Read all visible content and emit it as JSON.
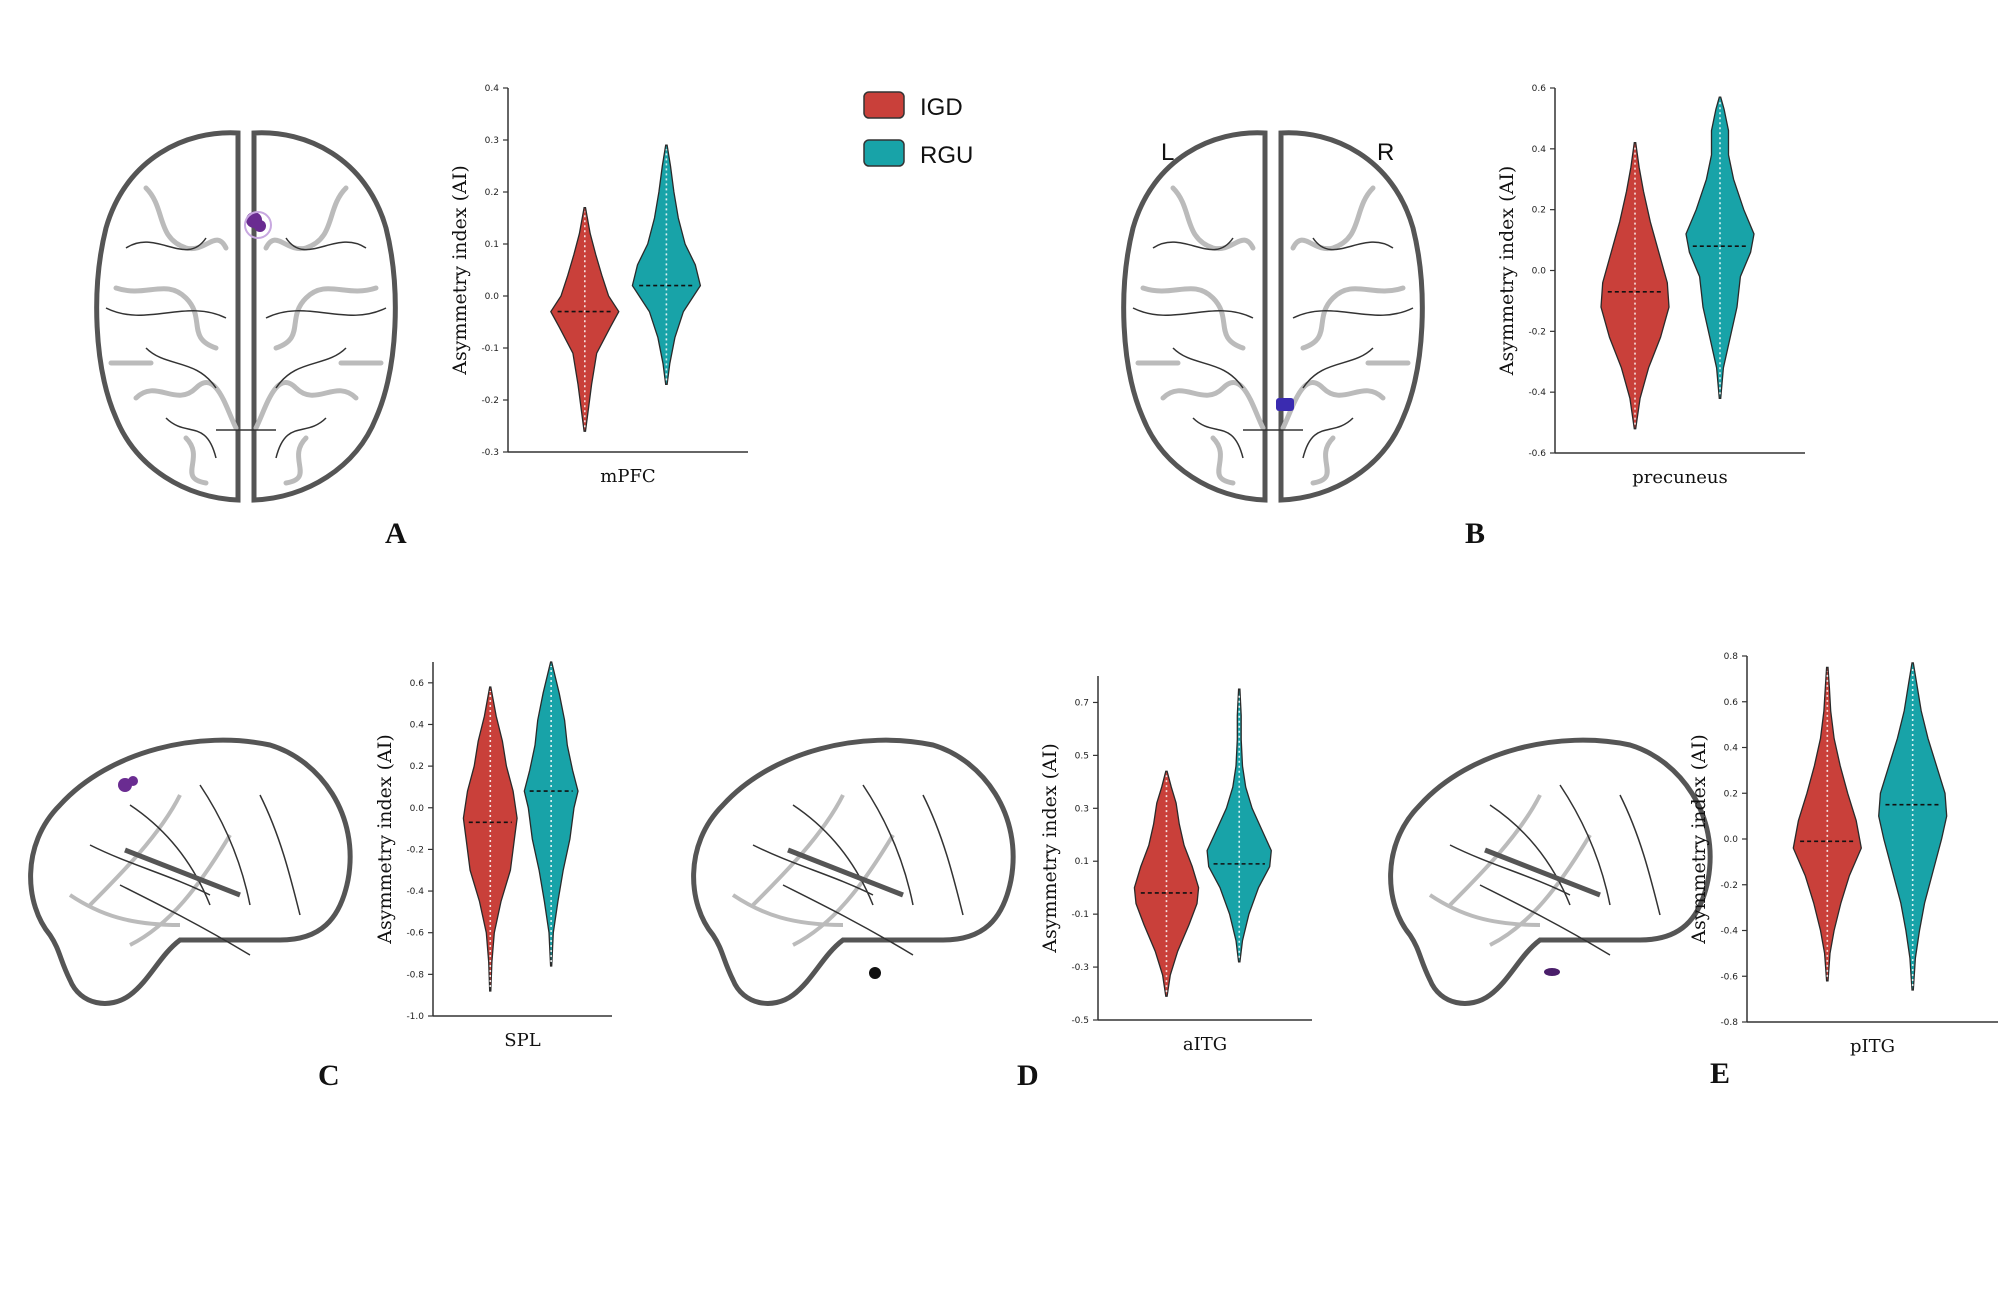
{
  "legend": {
    "items": [
      {
        "label": "IGD",
        "color": "#C9403A"
      },
      {
        "label": "RGU",
        "color": "#18A3A8"
      }
    ]
  },
  "hemisphere_labels": {
    "left": "L",
    "right": "R"
  },
  "panels": [
    {
      "letter": "A",
      "brain_view": "axial",
      "marker_color": "#6A2C91"
    },
    {
      "letter": "B",
      "brain_view": "axial",
      "marker_color": "#3A2BB0"
    },
    {
      "letter": "C",
      "brain_view": "lateral",
      "marker_color": "#6A2C91"
    },
    {
      "letter": "D",
      "brain_view": "lateral",
      "marker_color": "#111111"
    },
    {
      "letter": "E",
      "brain_view": "lateral",
      "marker_color": "#4A1E6A"
    }
  ],
  "chart_data": [
    {
      "type": "violin",
      "panel": "A",
      "categories": [
        "mPFC"
      ],
      "ylabel": "Asymmetry index (AI)",
      "ylim": [
        -0.3,
        0.4
      ],
      "yticks": [
        "0.4",
        "0.3",
        "0.2",
        "0.1",
        "0.0",
        "-0.1",
        "-0.2",
        "-0.3"
      ],
      "series": [
        {
          "name": "IGD",
          "color": "#C9403A",
          "min": -0.26,
          "max": 0.17,
          "median": -0.03,
          "shape": [
            [
              -0.26,
              0.02
            ],
            [
              -0.21,
              0.12
            ],
            [
              -0.17,
              0.2
            ],
            [
              -0.11,
              0.35
            ],
            [
              -0.06,
              0.75
            ],
            [
              -0.03,
              1.0
            ],
            [
              0.0,
              0.7
            ],
            [
              0.04,
              0.5
            ],
            [
              0.08,
              0.32
            ],
            [
              0.12,
              0.16
            ],
            [
              0.17,
              0.02
            ]
          ]
        },
        {
          "name": "RGU",
          "color": "#18A3A8",
          "min": -0.17,
          "max": 0.29,
          "median": 0.02,
          "shape": [
            [
              -0.17,
              0.02
            ],
            [
              -0.13,
              0.1
            ],
            [
              -0.08,
              0.25
            ],
            [
              -0.03,
              0.5
            ],
            [
              0.0,
              0.8
            ],
            [
              0.02,
              1.0
            ],
            [
              0.06,
              0.85
            ],
            [
              0.1,
              0.55
            ],
            [
              0.15,
              0.35
            ],
            [
              0.2,
              0.22
            ],
            [
              0.25,
              0.12
            ],
            [
              0.29,
              0.02
            ]
          ]
        }
      ]
    },
    {
      "type": "violin",
      "panel": "B",
      "categories": [
        "precuneus"
      ],
      "ylabel": "Asymmetry index (AI)",
      "ylim": [
        -0.6,
        0.6
      ],
      "yticks": [
        "0.6",
        "0.4",
        "0.2",
        "0.0",
        "-0.2",
        "-0.4",
        "-0.6"
      ],
      "series": [
        {
          "name": "IGD",
          "color": "#C9403A",
          "min": -0.52,
          "max": 0.42,
          "median": -0.07,
          "shape": [
            [
              -0.52,
              0.02
            ],
            [
              -0.42,
              0.15
            ],
            [
              -0.32,
              0.4
            ],
            [
              -0.22,
              0.75
            ],
            [
              -0.12,
              1.0
            ],
            [
              -0.04,
              0.95
            ],
            [
              0.06,
              0.7
            ],
            [
              0.16,
              0.45
            ],
            [
              0.26,
              0.25
            ],
            [
              0.34,
              0.12
            ],
            [
              0.42,
              0.02
            ]
          ]
        },
        {
          "name": "RGU",
          "color": "#18A3A8",
          "min": -0.42,
          "max": 0.57,
          "median": 0.08,
          "shape": [
            [
              -0.42,
              0.02
            ],
            [
              -0.32,
              0.1
            ],
            [
              -0.22,
              0.3
            ],
            [
              -0.12,
              0.5
            ],
            [
              -0.02,
              0.6
            ],
            [
              0.06,
              0.9
            ],
            [
              0.12,
              1.0
            ],
            [
              0.2,
              0.7
            ],
            [
              0.3,
              0.4
            ],
            [
              0.38,
              0.25
            ],
            [
              0.46,
              0.25
            ],
            [
              0.53,
              0.12
            ],
            [
              0.57,
              0.02
            ]
          ]
        }
      ]
    },
    {
      "type": "violin",
      "panel": "C",
      "categories": [
        "SPL"
      ],
      "ylabel": "Asymmetry index (AI)",
      "ylim": [
        -1.0,
        0.7
      ],
      "yticks": [
        "0.6",
        "0.4",
        "0.2",
        "0.0",
        "-0.2",
        "-0.4",
        "-0.6",
        "-0.8",
        "-1.0"
      ],
      "series": [
        {
          "name": "IGD",
          "color": "#C9403A",
          "min": -0.88,
          "max": 0.58,
          "median": -0.07,
          "shape": [
            [
              -0.88,
              0.02
            ],
            [
              -0.74,
              0.06
            ],
            [
              -0.6,
              0.15
            ],
            [
              -0.45,
              0.4
            ],
            [
              -0.3,
              0.75
            ],
            [
              -0.15,
              0.9
            ],
            [
              -0.05,
              1.0
            ],
            [
              0.08,
              0.85
            ],
            [
              0.2,
              0.6
            ],
            [
              0.32,
              0.45
            ],
            [
              0.44,
              0.22
            ],
            [
              0.58,
              0.02
            ]
          ]
        },
        {
          "name": "RGU",
          "color": "#18A3A8",
          "min": -0.76,
          "max": 0.7,
          "median": 0.08,
          "shape": [
            [
              -0.76,
              0.02
            ],
            [
              -0.6,
              0.08
            ],
            [
              -0.45,
              0.25
            ],
            [
              -0.3,
              0.45
            ],
            [
              -0.15,
              0.7
            ],
            [
              0.0,
              0.85
            ],
            [
              0.08,
              1.0
            ],
            [
              0.18,
              0.8
            ],
            [
              0.3,
              0.6
            ],
            [
              0.42,
              0.5
            ],
            [
              0.55,
              0.3
            ],
            [
              0.7,
              0.02
            ]
          ]
        }
      ]
    },
    {
      "type": "violin",
      "panel": "D",
      "categories": [
        "aITG"
      ],
      "ylabel": "Asymmetry index (AI)",
      "ylim": [
        -0.5,
        0.8
      ],
      "yticks": [
        "0.7",
        "0.5",
        "0.3",
        "0.1",
        "-0.1",
        "-0.3",
        "-0.5"
      ],
      "series": [
        {
          "name": "IGD",
          "color": "#C9403A",
          "min": -0.41,
          "max": 0.44,
          "median": -0.02,
          "shape": [
            [
              -0.41,
              0.02
            ],
            [
              -0.33,
              0.12
            ],
            [
              -0.24,
              0.35
            ],
            [
              -0.14,
              0.7
            ],
            [
              -0.06,
              0.95
            ],
            [
              0.0,
              1.0
            ],
            [
              0.08,
              0.8
            ],
            [
              0.16,
              0.55
            ],
            [
              0.24,
              0.4
            ],
            [
              0.32,
              0.3
            ],
            [
              0.38,
              0.15
            ],
            [
              0.44,
              0.02
            ]
          ]
        },
        {
          "name": "RGU",
          "color": "#18A3A8",
          "min": -0.28,
          "max": 0.75,
          "median": 0.09,
          "shape": [
            [
              -0.28,
              0.02
            ],
            [
              -0.2,
              0.1
            ],
            [
              -0.1,
              0.3
            ],
            [
              0.0,
              0.6
            ],
            [
              0.08,
              0.95
            ],
            [
              0.14,
              1.0
            ],
            [
              0.22,
              0.7
            ],
            [
              0.3,
              0.4
            ],
            [
              0.38,
              0.2
            ],
            [
              0.46,
              0.1
            ],
            [
              0.56,
              0.06
            ],
            [
              0.65,
              0.06
            ],
            [
              0.75,
              0.02
            ]
          ]
        }
      ]
    },
    {
      "type": "violin",
      "panel": "E",
      "categories": [
        "pITG"
      ],
      "ylabel": "Asymmetry index (AI)",
      "ylim": [
        -0.8,
        0.8
      ],
      "yticks": [
        "0.8",
        "0.6",
        "0.4",
        "0.2",
        "0.0",
        "-0.2",
        "-0.4",
        "-0.6",
        "-0.8"
      ],
      "series": [
        {
          "name": "IGD",
          "color": "#C9403A",
          "min": -0.62,
          "max": 0.75,
          "median": -0.01,
          "shape": [
            [
              -0.62,
              0.02
            ],
            [
              -0.5,
              0.08
            ],
            [
              -0.4,
              0.2
            ],
            [
              -0.28,
              0.4
            ],
            [
              -0.16,
              0.65
            ],
            [
              -0.04,
              1.0
            ],
            [
              0.08,
              0.85
            ],
            [
              0.2,
              0.6
            ],
            [
              0.32,
              0.38
            ],
            [
              0.44,
              0.2
            ],
            [
              0.56,
              0.1
            ],
            [
              0.66,
              0.06
            ],
            [
              0.75,
              0.02
            ]
          ]
        },
        {
          "name": "RGU",
          "color": "#18A3A8",
          "min": -0.66,
          "max": 0.77,
          "median": 0.15,
          "shape": [
            [
              -0.66,
              0.02
            ],
            [
              -0.52,
              0.08
            ],
            [
              -0.4,
              0.2
            ],
            [
              -0.28,
              0.35
            ],
            [
              -0.14,
              0.6
            ],
            [
              0.0,
              0.85
            ],
            [
              0.1,
              1.0
            ],
            [
              0.2,
              0.95
            ],
            [
              0.32,
              0.7
            ],
            [
              0.44,
              0.45
            ],
            [
              0.56,
              0.25
            ],
            [
              0.68,
              0.12
            ],
            [
              0.77,
              0.02
            ]
          ]
        }
      ]
    }
  ]
}
